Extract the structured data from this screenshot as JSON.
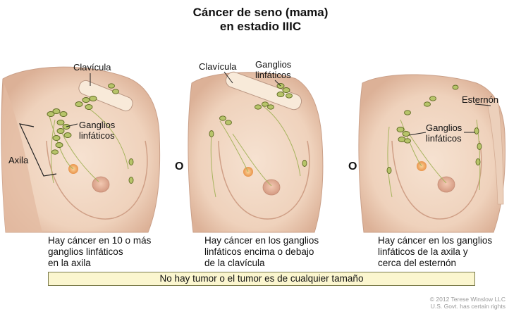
{
  "title": {
    "line1": "Cáncer de seno (mama)",
    "line2": "en estadio IIIC"
  },
  "panels": [
    {
      "labels": {
        "clavicle": "Clavícula",
        "nodes_line1": "Ganglios",
        "nodes_line2": "linfáticos",
        "axilla": "Axila"
      },
      "caption": [
        "Hay cáncer en 10 o más",
        "ganglios linfáticos",
        "en la axila"
      ]
    },
    {
      "labels": {
        "clavicle": "Clavícula",
        "nodes_line1": "Ganglios",
        "nodes_line2": "linfáticos"
      },
      "caption": [
        "Hay cáncer en los ganglios",
        "linfáticos encima o debajo",
        "de la clavícula"
      ]
    },
    {
      "labels": {
        "sternum": "Esternón",
        "nodes_line1": "Ganglios",
        "nodes_line2": "linfáticos"
      },
      "caption": [
        "Hay cáncer en los ganglios",
        "linfáticos de la axila y",
        "cerca del esternón"
      ]
    }
  ],
  "separator": "O",
  "footer_note": "No hay tumor o el tumor es de cualquier tamaño",
  "credit": {
    "line1": "© 2012 Terese Winslow LLC",
    "line2": "U.S. Govt. has certain rights"
  },
  "colors": {
    "skin": "#f1d7c3",
    "skin_shadow": "#d9ab92",
    "node": "#b7c46a",
    "node_outline": "#5e6a22",
    "tumor": "#f0a860",
    "banner": "#fbf6cf"
  }
}
